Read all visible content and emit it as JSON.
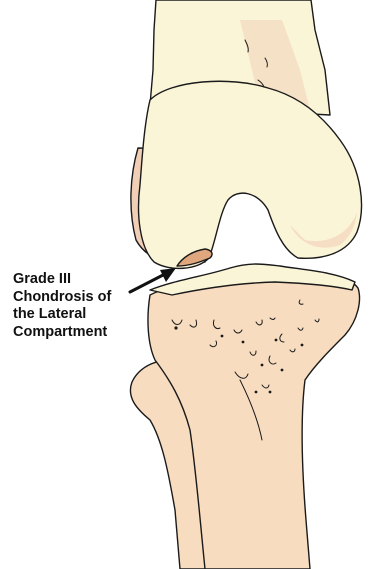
{
  "colors": {
    "bone_fill": "#fbf5d8",
    "bone_shade": "#f1cfb6",
    "tibia_fill": "#f7dcc0",
    "tibia_shade": "#eec6a7",
    "cartilage_defect": "#e0a77f",
    "outline": "#1a1a1a"
  },
  "annotation": {
    "lines": [
      "Grade III",
      "Chondrosis of",
      "the Lateral",
      "Compartment"
    ]
  }
}
